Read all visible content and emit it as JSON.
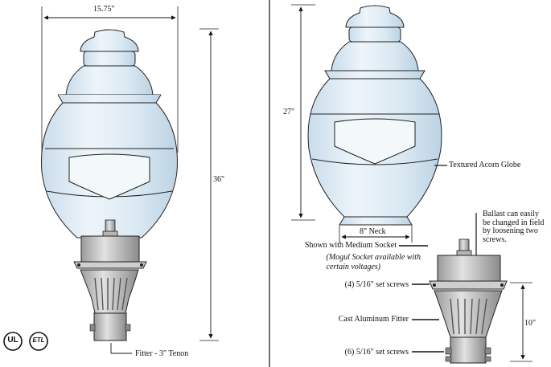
{
  "left": {
    "width_dim": "15.75\"",
    "height_dim": "36\"",
    "fitter_label": "Fitter - 3\" Tenon"
  },
  "right": {
    "height_dim": "27\"",
    "neck_dim": "8\" Neck",
    "globe_label": "Textured Acorn Globe",
    "ballast_note": [
      "Ballast can easily",
      "be changed in field",
      "by loosening two",
      "screws."
    ],
    "socket_label": "Shown with Medium Socket",
    "socket_note": [
      "(Mogul Socket available with",
      "certain voltages)"
    ],
    "set_screws_top": "(4) 5/16\" set screws",
    "fitter_label": "Cast Aluminum Fitter",
    "fitter_height": "10\"",
    "set_screws_bottom": "(6) 5/16\" set screws"
  },
  "certifications": {
    "ul": "UL",
    "etl": "ETL"
  },
  "colors": {
    "glass": "#dbeaf3",
    "glass_top": "#e6f1f7",
    "line": "#1a1a1a",
    "metal": "#c9c9c9",
    "metal_dark": "#8c8c8c"
  }
}
